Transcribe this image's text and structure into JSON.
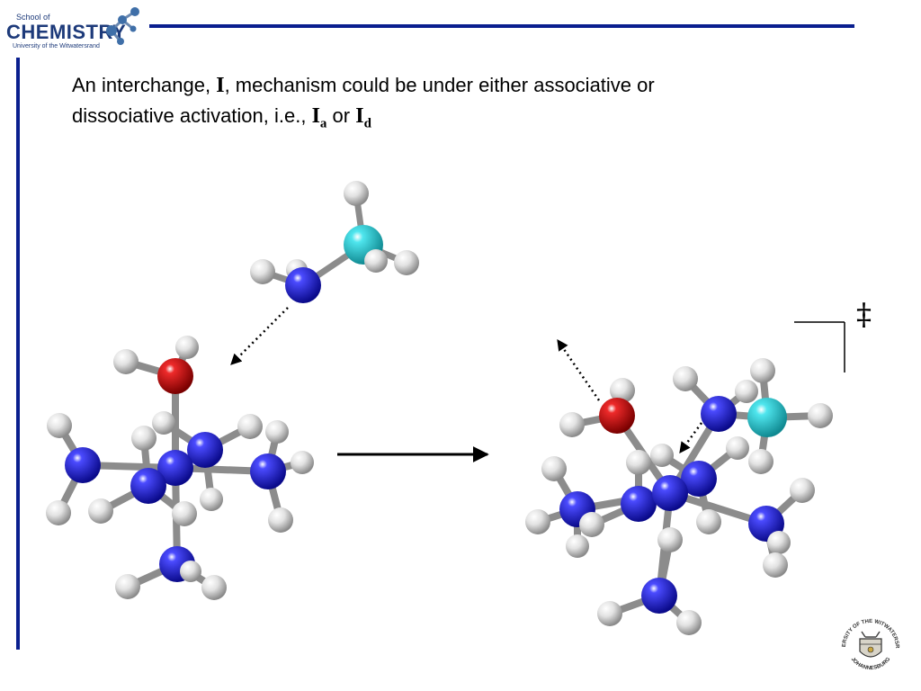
{
  "logo": {
    "line1": "School of",
    "line2": "CHEMISTRY",
    "line3": "University of the Witwatersrand"
  },
  "caption": {
    "part1": "An interchange, ",
    "sym_i": "I",
    "part2": ", mechanism could be under either associative or",
    "part3": "dissociative activation, i.e., ",
    "sym_ia": "I",
    "sub_a": "a",
    "part4": " or  ",
    "sym_id": "I",
    "sub_d": "d"
  },
  "transition_state_symbol": "‡",
  "seal": {
    "top_text": "UNIVERSITY OF THE WITWATERSRAND",
    "bottom_text": "JOHANNESBURG"
  },
  "colors": {
    "rule_blue": "#0a1f8f",
    "atom_blue": "#1a1ad8",
    "atom_red": "#d01010",
    "atom_cyan": "#2ccfd8",
    "atom_white": "#e0e0e0",
    "bond_grey": "#8c8c8c"
  }
}
